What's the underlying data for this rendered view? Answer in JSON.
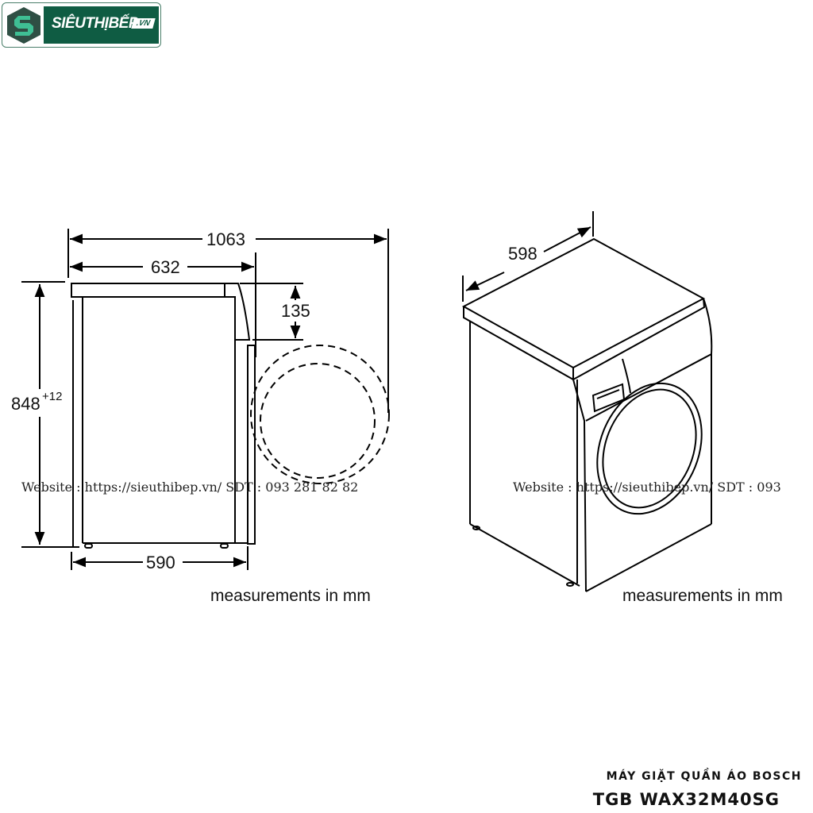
{
  "brand": {
    "name": "SIÊUTHỊBẾP",
    "tld": ".VN",
    "color": "#0f5c43"
  },
  "side_view": {
    "dimensions": {
      "total_depth_with_door_open": "1063",
      "depth": "632",
      "height": "848",
      "height_tolerance": "+12",
      "worktop_to_door": "135",
      "body_depth": "590"
    },
    "note": "measurements in mm"
  },
  "iso_view": {
    "dimensions": {
      "width": "598"
    },
    "note": "measurements in mm"
  },
  "watermarks": [
    {
      "text": "Website : https://sieuthibep.vn/    SDT : 093 281 82 82"
    },
    {
      "text": "Website : https://sieuthibep.vn/ SDT : 093"
    }
  ],
  "footer": {
    "subtitle": "MÁY GIẶT QUẦN ÁO BOSCH",
    "title": "TGB WAX32M40SG"
  }
}
